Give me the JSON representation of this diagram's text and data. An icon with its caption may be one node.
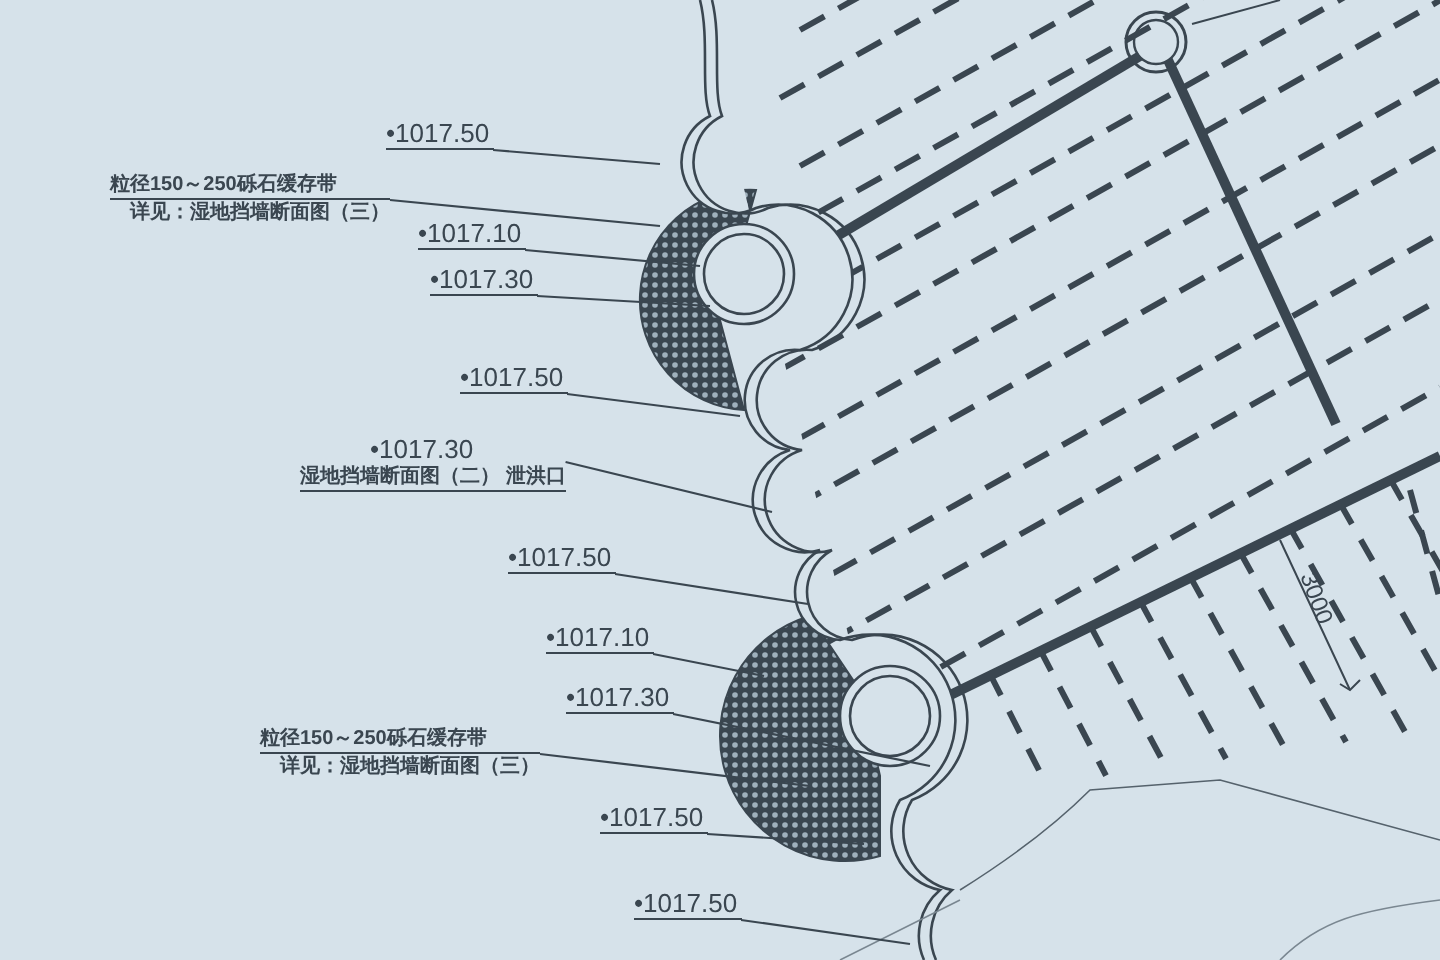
{
  "diagram": {
    "nodes": [
      {
        "text": [
          "•1017.50"
        ]
      },
      {
        "text": [
          "粒径150～250砾石缓存带",
          "详见：湿地挡墙断面图（三）"
        ]
      },
      {
        "text": [
          "•1017.10"
        ]
      },
      {
        "text": [
          "•1017.30"
        ]
      },
      {
        "text": [
          "•1017.50"
        ]
      },
      {
        "text": [
          "•1017.30",
          "湿地挡墙断面图（二） 泄洪口"
        ]
      },
      {
        "text": [
          "•1017.50"
        ]
      },
      {
        "text": [
          "•1017.10"
        ]
      },
      {
        "text": [
          "•1017.30"
        ]
      },
      {
        "text": [
          "粒径150～250砾石缓存带",
          "详见：湿地挡墙断面图（三）"
        ]
      },
      {
        "text": [
          "•1017.50"
        ]
      },
      {
        "text": [
          "•1017.50"
        ]
      }
    ],
    "edges": [
      {
        "from": 0,
        "to": null,
        "arrow": "none"
      },
      {
        "from": 1,
        "to": null,
        "arrow": "none"
      },
      {
        "from": 2,
        "to": null,
        "arrow": "none"
      },
      {
        "from": 3,
        "to": null,
        "arrow": "none"
      },
      {
        "from": 4,
        "to": null,
        "arrow": "none"
      },
      {
        "from": 5,
        "to": null,
        "arrow": "none"
      },
      {
        "from": 6,
        "to": null,
        "arrow": "none"
      },
      {
        "from": 7,
        "to": null,
        "arrow": "none"
      },
      {
        "from": 8,
        "to": null,
        "arrow": "none"
      },
      {
        "from": 9,
        "to": null,
        "arrow": "none"
      },
      {
        "from": 10,
        "to": null,
        "arrow": "none"
      },
      {
        "from": 11,
        "to": null,
        "arrow": "none"
      }
    ],
    "labels": [
      "3000"
    ]
  }
}
